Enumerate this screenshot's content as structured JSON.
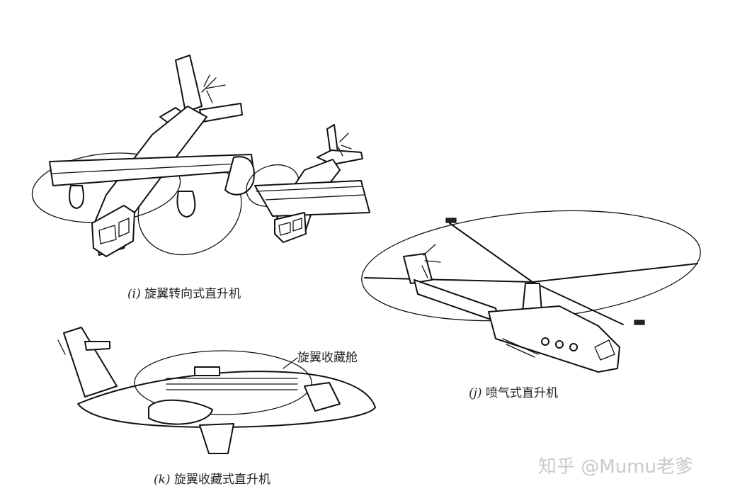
{
  "captions": {
    "tilt_rotor": {
      "label": "(i)",
      "text": "旋翼转向式直升机"
    },
    "jet_rotor": {
      "label": "(j)",
      "text": "喷气式直升机"
    },
    "stowed_rotor": {
      "label": "(k)",
      "text": "旋翼收藏式直升机"
    }
  },
  "callouts": {
    "rotor_bay": "旋翼收藏舱"
  },
  "watermark": "知乎 @Mumu老爹"
}
